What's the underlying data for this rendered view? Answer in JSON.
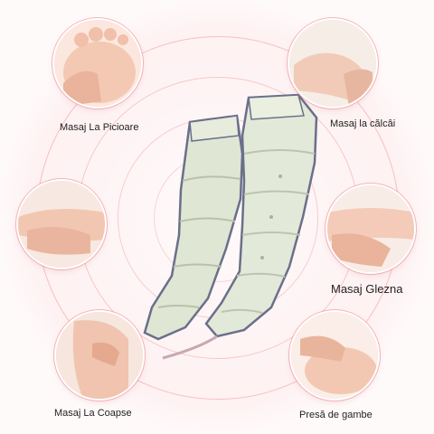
{
  "labels": {
    "toes": "Masaj La Picioare",
    "heel": "Masaj la călcâi",
    "ankle": "Masaj Glezna",
    "thigh": "Masaj La Coapse",
    "calf": "Presă de gambe"
  },
  "colors": {
    "ring": "#f08c96",
    "skin": "#f3c9b4",
    "boot": "#dfe6d3",
    "boot_edge": "#6a6f8a"
  },
  "images": {
    "center": "air-compression-leg-massager-boots",
    "toes": "hand-massaging-toes-photo",
    "heel": "hand-massaging-heel-photo",
    "hands": "hands-massage-photo",
    "ankle": "hand-massaging-ankle-photo",
    "thigh": "hand-massaging-thigh-photo",
    "calf": "hands-pressing-calf-photo"
  }
}
